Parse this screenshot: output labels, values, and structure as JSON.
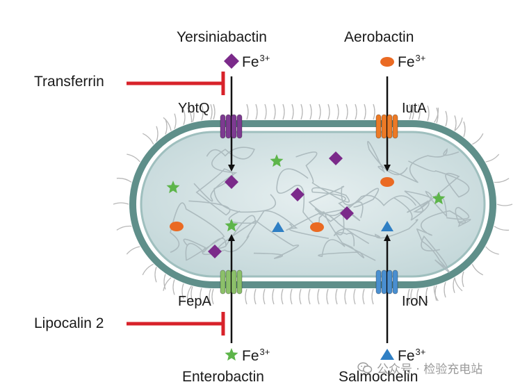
{
  "siderophores": {
    "yersiniabactin": "Yersiniabactin",
    "aerobactin": "Aerobactin",
    "enterobactin": "Enterobactin",
    "salmochelin": "Salmochelin"
  },
  "receptors": {
    "ybtq": "YbtQ",
    "iuta": "IutA",
    "fepa": "FepA",
    "iron": "IroN"
  },
  "inhibitors": {
    "transferrin": "Transferrin",
    "lipocalin2": "Lipocalin 2"
  },
  "iron": {
    "base": "Fe",
    "charge": "3+"
  },
  "watermark": "公众号 · 检验充电站",
  "colors": {
    "diamond": "#7b2a8a",
    "ellipse": "#ea6a23",
    "star": "#5db54a",
    "triangle": "#2f7fc4",
    "inhibitor": "#d8222a",
    "membrane": "#5f8f8a",
    "cytoplasm": "#cfdee0",
    "ybtq_channel": "#7d3b91",
    "iuta_channel": "#ec7a26",
    "fepa_channel": "#8cc06a",
    "iron_channel": "#4a8fd0"
  }
}
